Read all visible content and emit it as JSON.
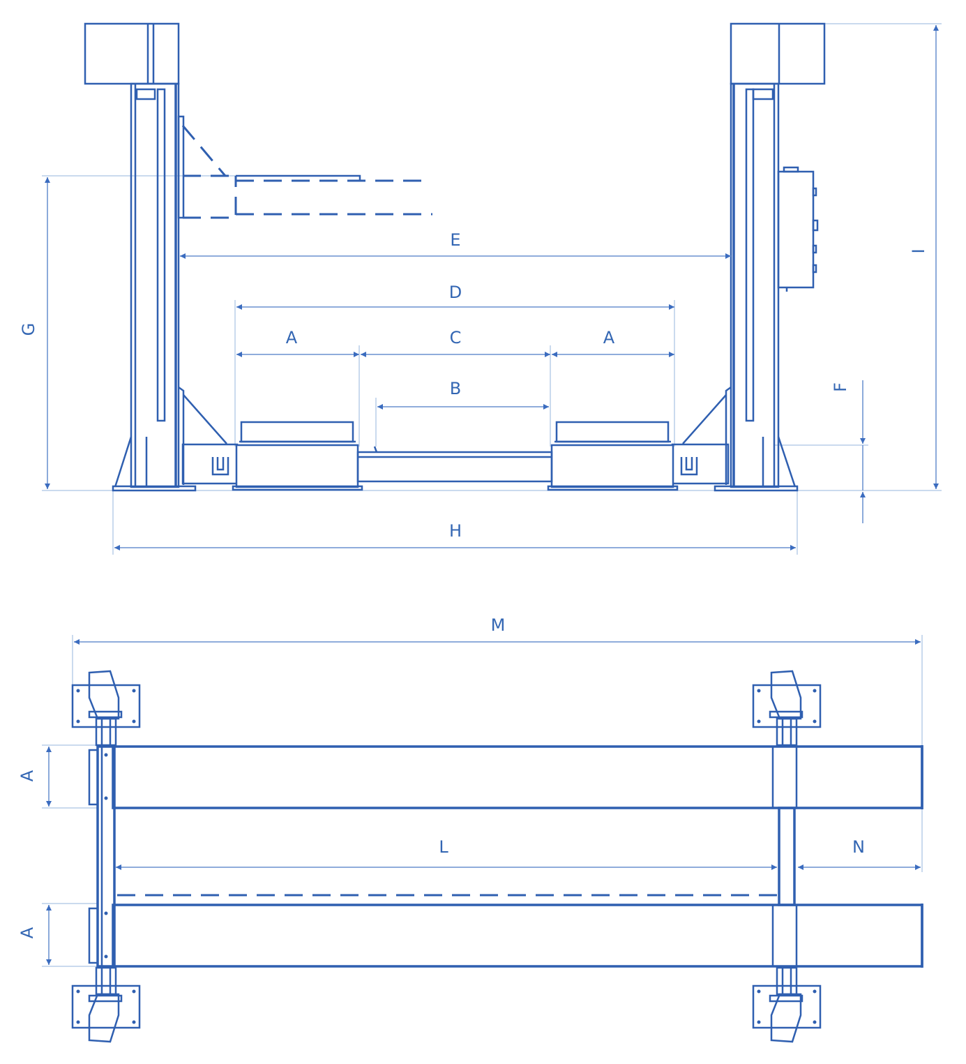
{
  "colors": {
    "line": "#2f5fb0",
    "dimension": "#7fa1d6",
    "extension": "#b9cde9",
    "label": "#3366b3",
    "background": "#ffffff"
  },
  "front_view": {
    "labels": {
      "E": "E",
      "D": "D",
      "A_left": "A",
      "C": "C",
      "A_right": "A",
      "B": "B",
      "G": "G",
      "I": "I",
      "F": "F",
      "H": "H"
    }
  },
  "top_view": {
    "labels": {
      "M": "M",
      "L": "L",
      "N": "N",
      "A_top": "A",
      "A_bottom": "A"
    }
  }
}
